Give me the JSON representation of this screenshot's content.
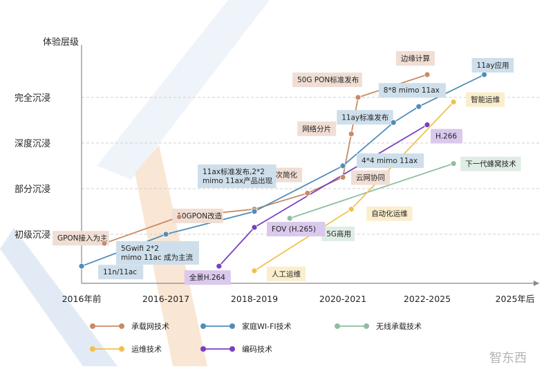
{
  "chart_data": {
    "type": "line",
    "ylabel": "体验层级",
    "y_levels": [
      "初级沉浸",
      "部分沉浸",
      "深度沉浸",
      "完全沉浸"
    ],
    "x_categories": [
      "2016年前",
      "2016-2017",
      "2018-2019",
      "2020-2021",
      "2022-2025",
      "2025年后"
    ],
    "legend_position": "bottom",
    "series": [
      {
        "name": "承载网技术",
        "color": "#c98a66",
        "points": [
          {
            "x": 0.27,
            "y": 0.8,
            "label": "GPON接入为主"
          },
          {
            "x": 1.15,
            "y": 1.38,
            "label": "10GPON改造"
          },
          {
            "x": 2.0,
            "y": 1.55,
            "label": "网络层次简化"
          },
          {
            "x": 2.6,
            "y": 1.9,
            "label": ""
          },
          {
            "x": 3.0,
            "y": 2.25,
            "label": "云网协同"
          },
          {
            "x": 3.1,
            "y": 3.2,
            "label": "网络分片"
          },
          {
            "x": 3.18,
            "y": 4.0,
            "label": "50G PON标准发布"
          },
          {
            "x": 4.0,
            "y": 4.5,
            "label": "边缘计算"
          }
        ]
      },
      {
        "name": "家庭WI-FI技术",
        "color": "#4f8db8",
        "points": [
          {
            "x": 0.0,
            "y": 0.3,
            "label": "11n/11ac"
          },
          {
            "x": 1.0,
            "y": 1.0,
            "label": "5Gwifi 2*2 mimo 11ac 成为主流"
          },
          {
            "x": 2.0,
            "y": 1.5,
            "label": "11ax标准发布,2*2 mimo 11ax产品出现"
          },
          {
            "x": 3.0,
            "y": 2.5,
            "label": "4*4 mimo 11ax"
          },
          {
            "x": 3.6,
            "y": 3.45,
            "label": "11ay标准发布"
          },
          {
            "x": 3.9,
            "y": 3.8,
            "label": "8*8 mimo 11ax"
          },
          {
            "x": 4.65,
            "y": 4.5,
            "label": "11ay应用"
          }
        ]
      },
      {
        "name": "无线承载技术",
        "color": "#8fbe9f",
        "points": [
          {
            "x": 2.4,
            "y": 1.35,
            "label": "5G商用"
          },
          {
            "x": 4.3,
            "y": 2.55,
            "label": "下一代蜂窝技术"
          }
        ]
      },
      {
        "name": "运维技术",
        "color": "#f0c14b",
        "points": [
          {
            "x": 2.0,
            "y": 0.2,
            "label": "人工运维"
          },
          {
            "x": 3.1,
            "y": 1.55,
            "label": "自动化运维"
          },
          {
            "x": 4.3,
            "y": 3.9,
            "label": "智能运维"
          }
        ]
      },
      {
        "name": "编码技术",
        "color": "#7a3fbf",
        "points": [
          {
            "x": 1.6,
            "y": 0.3,
            "label": "全景H.264"
          },
          {
            "x": 2.0,
            "y": 1.15,
            "label": "FOV (H.265)"
          },
          {
            "x": 4.0,
            "y": 3.4,
            "label": "H.266"
          }
        ]
      }
    ]
  },
  "watermark": "智东西"
}
